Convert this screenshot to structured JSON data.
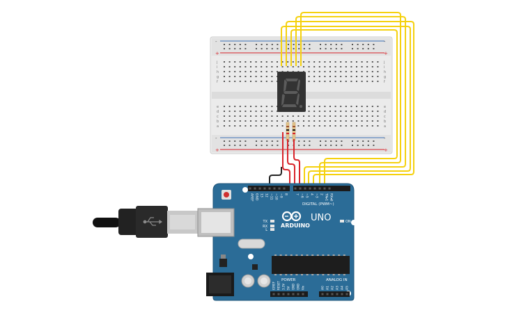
{
  "breadboard": {
    "rail_plus": "+",
    "rail_minus": "-",
    "row_letters_top": [
      "j",
      "i",
      "h",
      "g",
      "f"
    ],
    "row_letters_bottom": [
      "e",
      "d",
      "c",
      "b",
      "a"
    ],
    "columns": 30
  },
  "arduino": {
    "logo_text": "ARDUINO",
    "model": "UNO",
    "digital_label": "DIGITAL (PWM~)",
    "power_label": "POWER",
    "analog_label": "ANALOG IN",
    "on_label": "ON",
    "led_l": "L",
    "led_tx": "TX",
    "led_rx": "RX",
    "digital_pins": [
      "AREF",
      "GND",
      "13",
      "12",
      "~11",
      "~10",
      "~9",
      "8",
      "7",
      "~6",
      "~5",
      "4",
      "~3",
      "2",
      "TX▸1",
      "RX◂0"
    ],
    "power_pins": [
      "IOREF",
      "RESET",
      "3.3V",
      "5V",
      "GND",
      "GND",
      "Vin"
    ],
    "analog_pins": [
      "A0",
      "A1",
      "A2",
      "A3",
      "A4",
      "A5"
    ]
  },
  "display": {
    "digit": "8."
  },
  "colors": {
    "board": "#2b6c97",
    "board_edge": "#1f5479",
    "wire_yellow": "#f5d10e",
    "wire_red": "#d8232a",
    "wire_black": "#222222",
    "breadboard": "#e9e9e9",
    "segment_off": "#5a5a5a",
    "display_body": "#333333"
  }
}
